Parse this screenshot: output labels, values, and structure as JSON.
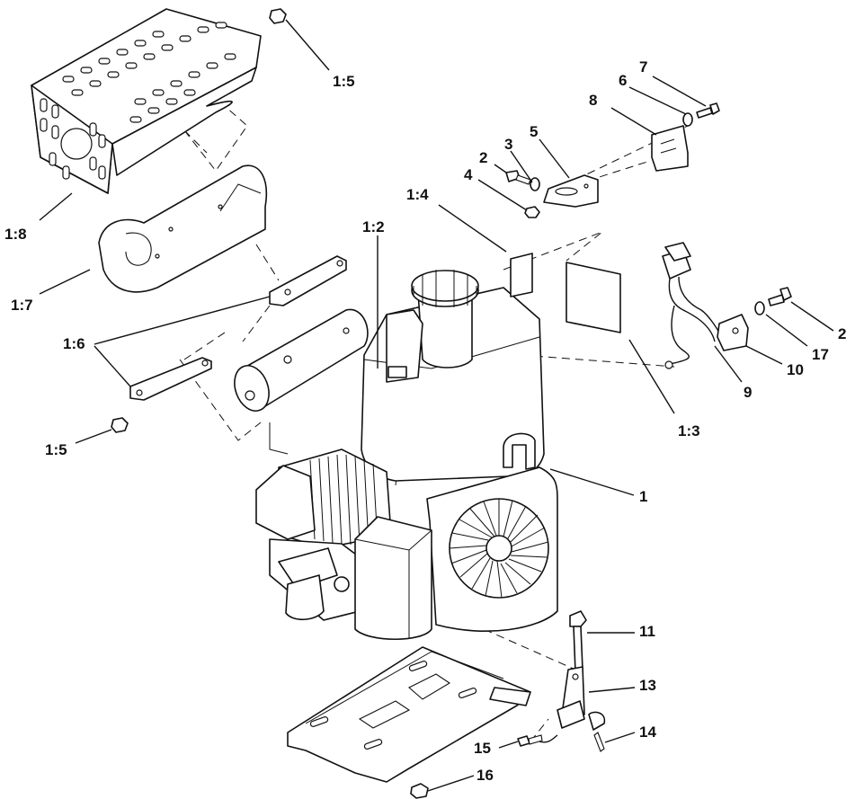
{
  "diagram": {
    "callouts": {
      "c_1_5_top": "1:5",
      "c_1_8": "1:8",
      "c_1_7": "1:7",
      "c_1_6": "1:6",
      "c_1_5_bottom": "1:5",
      "c_1_2": "1:2",
      "c_1_4": "1:4",
      "c_1_3": "1:3",
      "c_1": "1",
      "c_2_top": "2",
      "c_3": "3",
      "c_4": "4",
      "c_5": "5",
      "c_6": "6",
      "c_7": "7",
      "c_8": "8",
      "c_2_right": "2",
      "c_17": "17",
      "c_10": "10",
      "c_9": "9",
      "c_11": "11",
      "c_13": "13",
      "c_14": "14",
      "c_15": "15",
      "c_16": "16"
    }
  }
}
